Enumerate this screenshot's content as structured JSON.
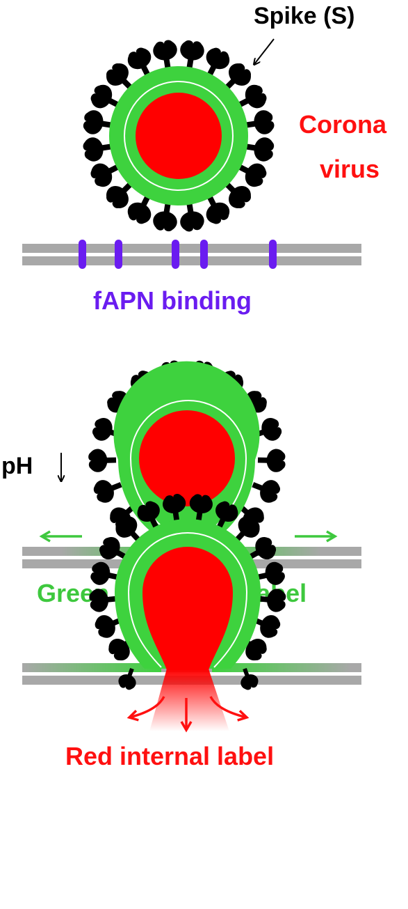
{
  "labels": {
    "spike": "Spike (S)",
    "corona_line1": "Corona",
    "corona_line2": "virus",
    "fapn": "fAPN binding",
    "ph": "pH",
    "green_label": "Green membrane label",
    "red_label": "Red internal label"
  },
  "colors": {
    "spike": "#000000",
    "envelope": "#3ed23e",
    "core": "#ff0000",
    "membrane": "#a8a8a8",
    "receptor": "#6a1cf0",
    "green_text": "#3ec83e",
    "red_text": "#ff1010",
    "purple_text": "#6a1cf0"
  },
  "panels": [
    {
      "stage": "fAPN binding",
      "receptors": 5,
      "spikes": 20
    },
    {
      "stage": "hemifusion",
      "spikes": 18
    },
    {
      "stage": "fusion pore",
      "spikes": 18
    }
  ]
}
